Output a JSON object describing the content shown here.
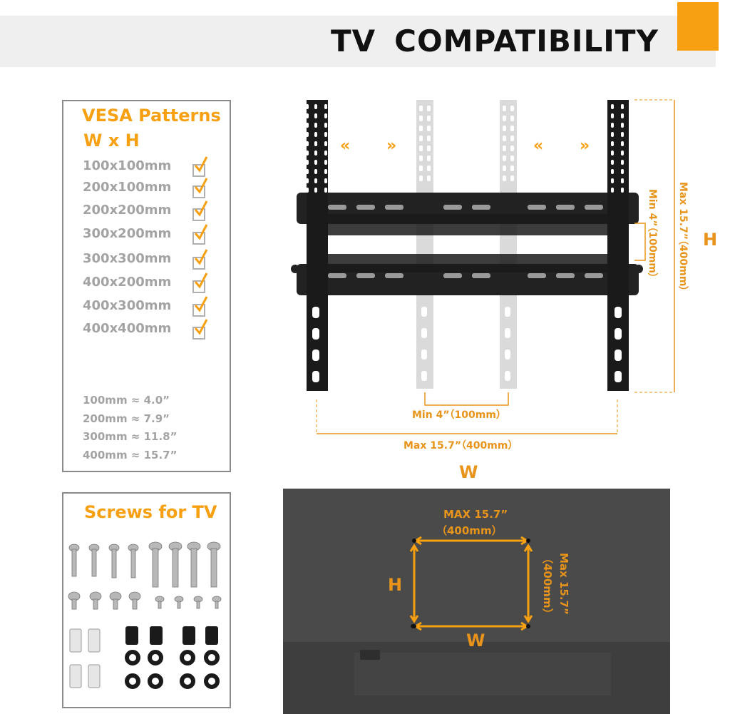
{
  "header": {
    "title_word1": "TV",
    "title_word2": "COMPATIBILITY"
  },
  "colors": {
    "accent_orange": "#f6a012",
    "text_orange": "#e8941a",
    "muted_gray": "#a3a3a3",
    "mount_black": "#1a1a1a",
    "tv_gray": "#4a4a4a"
  },
  "vesa": {
    "title_line1": "VESA Patterns",
    "title_line2": "W x H",
    "patterns": [
      "100x100mm",
      "200x100mm",
      "200x200mm",
      "300x200mm",
      "300x300mm",
      "400x200mm",
      "400x300mm",
      "400x400mm"
    ],
    "conversions": [
      "100mm ≈   4.0”",
      "200mm ≈   7.9”",
      "300mm ≈ 11.8”",
      "400mm ≈ 15.7”"
    ]
  },
  "mount_diagram": {
    "min_horizontal": "Min  4”（100mm）",
    "max_horizontal": "Max  15.7”（400mm）",
    "min_vertical": "Min  4”（100mm）",
    "max_vertical": "Max  15.7”（400mm）",
    "w_label": "W",
    "h_label": "H",
    "arrow_left": "«",
    "arrow_right": "»"
  },
  "screws": {
    "title": "Screws for TV"
  },
  "tv_diagram": {
    "max_w_line1": "MAX  15.7”",
    "max_w_line2": "（400mm）",
    "max_h_text": "Max  15.7”",
    "max_h_sub": "（400mm）",
    "w_label": "W",
    "h_label": "H"
  }
}
